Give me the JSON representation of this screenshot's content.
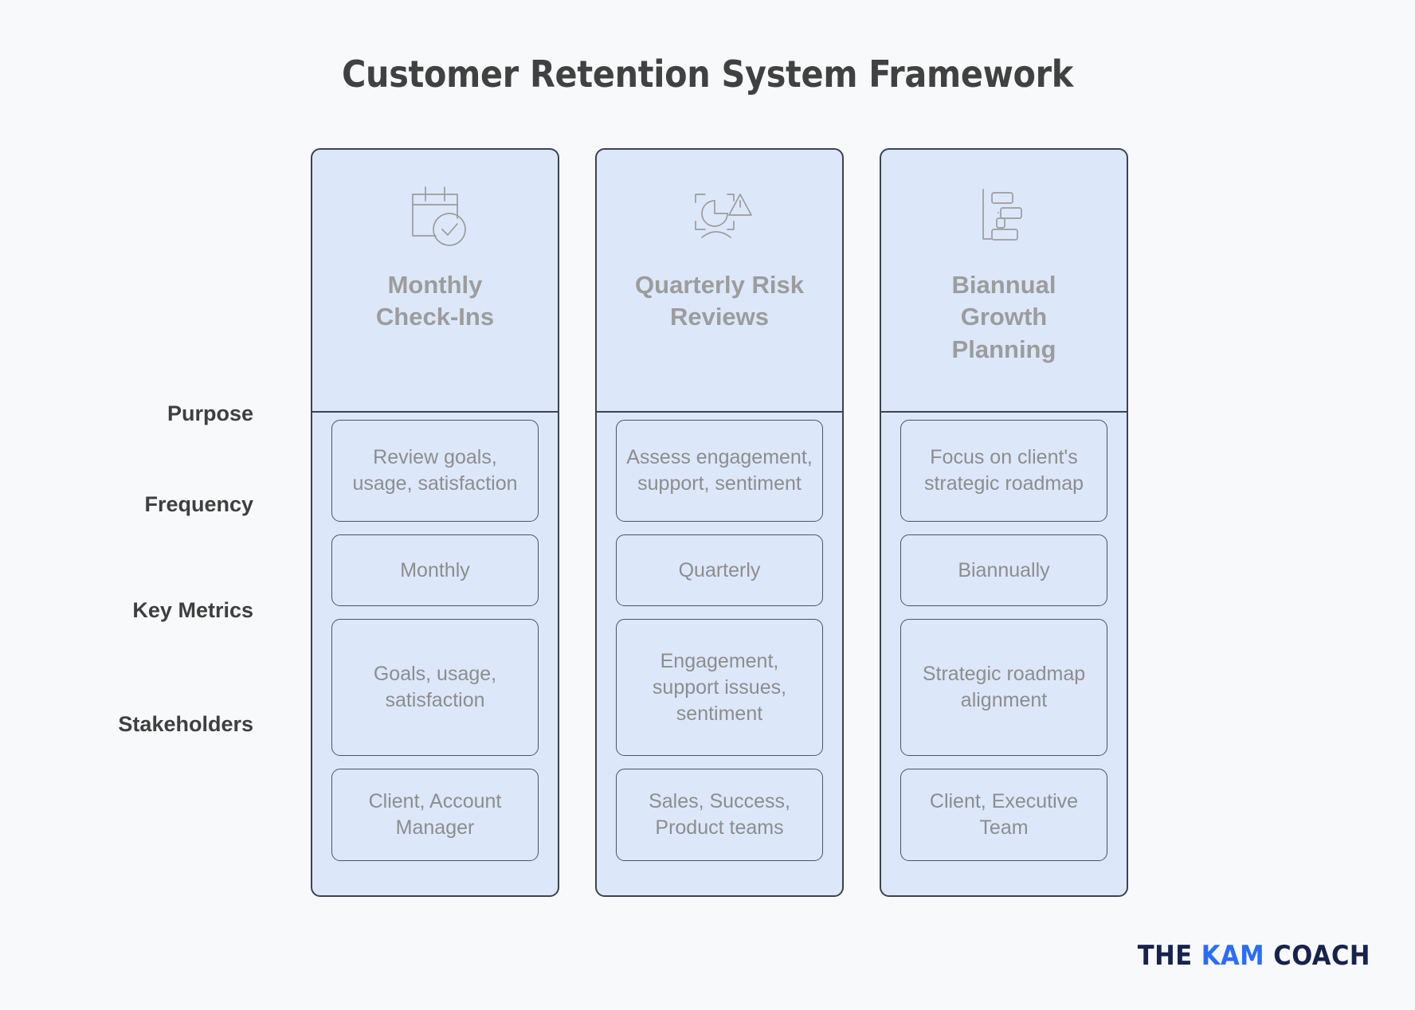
{
  "title": "Customer Retention System Framework",
  "colors": {
    "background": "#f8f9fb",
    "card_fill": "#dde7fa",
    "card_border": "#3b4350",
    "title_text": "#414141",
    "column_header_text": "#9c9c9b",
    "cell_text": "#8d8d8d",
    "row_label_text": "#3f3f3f",
    "logo_navy": "#17234d",
    "logo_blue": "#2a6dfb"
  },
  "row_labels": [
    {
      "key": "purpose",
      "label": "Purpose"
    },
    {
      "key": "frequency",
      "label": "Frequency"
    },
    {
      "key": "metrics",
      "label": "Key Metrics"
    },
    {
      "key": "stake",
      "label": "Stakeholders"
    }
  ],
  "columns": [
    {
      "icon": "calendar-check-icon",
      "title": "Monthly\nCheck-Ins",
      "purpose": "Review goals,\nusage, satisfaction",
      "frequency": "Monthly",
      "metrics": "Goals, usage,\nsatisfaction",
      "stakeholders": "Client, Account\nManager"
    },
    {
      "icon": "risk-assessment-icon",
      "title": "Quarterly Risk\nReviews",
      "purpose": "Assess engagement,\nsupport, sentiment",
      "frequency": "Quarterly",
      "metrics": "Engagement,\nsupport issues,\nsentiment",
      "stakeholders": "Sales, Success,\nProduct teams"
    },
    {
      "icon": "gantt-chart-icon",
      "title": "Biannual\nGrowth\nPlanning",
      "purpose": "Focus on client's\nstrategic roadmap",
      "frequency": "Biannually",
      "metrics": "Strategic roadmap\nalignment",
      "stakeholders": "Client, Executive\nTeam"
    }
  ],
  "logo": {
    "the": "THE",
    "kam": "KAM",
    "coach": "COACH"
  }
}
